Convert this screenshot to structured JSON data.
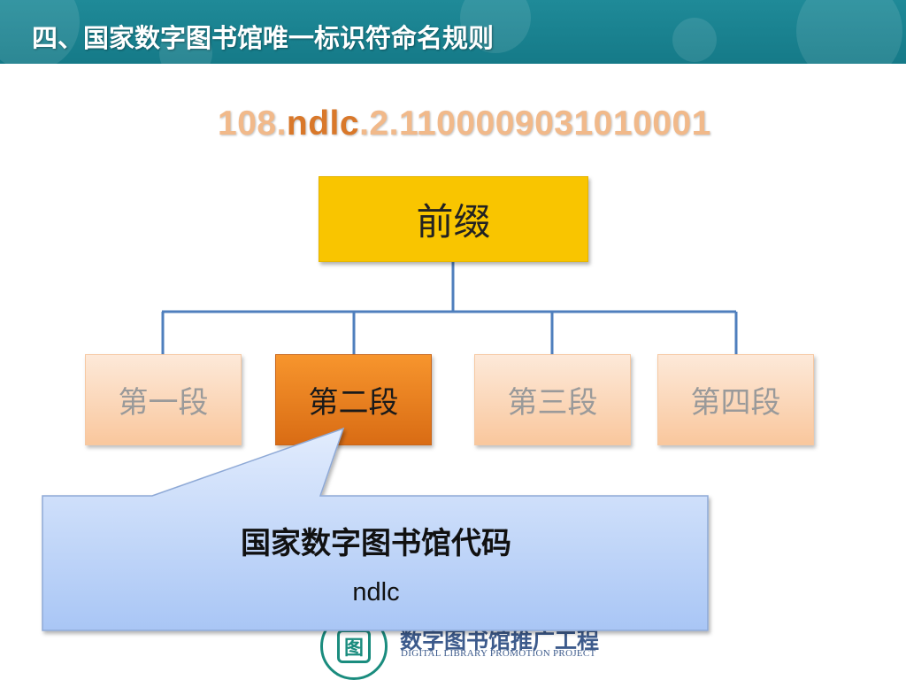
{
  "header": {
    "title": "四、国家数字图书馆唯一标识符命名规则"
  },
  "identifier": {
    "part1": "108.",
    "part2": "ndlc",
    "part3": ".2.1100009031010001"
  },
  "tree": {
    "root_label": "前缀",
    "segments": [
      "第一段",
      "第二段",
      "第三段",
      "第四段"
    ]
  },
  "callout": {
    "title": "国家数字图书馆代码",
    "code": "ndlc"
  },
  "footer": {
    "logo_seal_glyph": "图",
    "logo_cn": "数字图书馆推广工程",
    "logo_en": "DIGITAL LIBRARY PROMOTION PROJECT"
  },
  "colors": {
    "header": "#157a88",
    "prefix_fill": "#f9c500",
    "active_segment": "#e9801f",
    "callout_fill": "#c8dafa",
    "connector": "#4f7fbd"
  }
}
